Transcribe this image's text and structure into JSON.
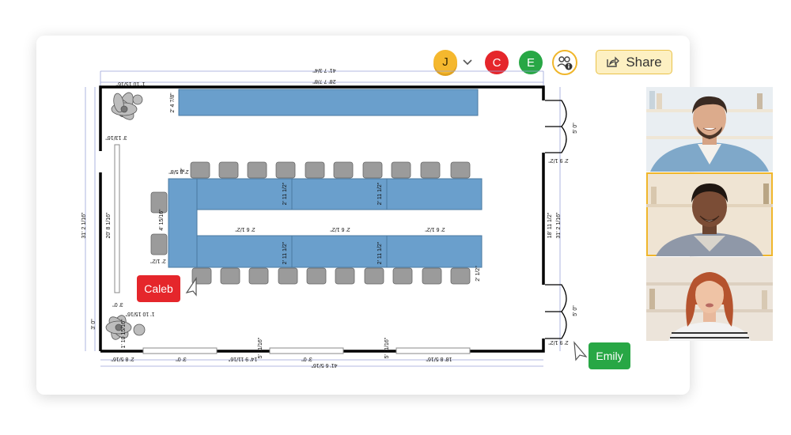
{
  "collaborators": [
    {
      "initial": "J",
      "color": "#f5b82e"
    },
    {
      "initial": "C",
      "color": "#e5262b"
    },
    {
      "initial": "E",
      "color": "#28a745"
    }
  ],
  "icons": {
    "group": "group-info-icon",
    "share": "share-icon",
    "chevron": "chevron-down-icon",
    "cursor": "pointer-cursor-icon"
  },
  "share_label": "Share",
  "cursors": {
    "caleb": {
      "name": "Caleb",
      "color": "#e5262b"
    },
    "emily": {
      "name": "Emily",
      "color": "#28a745"
    }
  },
  "dimensions": {
    "top_overall": "41' 7 3/4\"",
    "top_inner": "28' 7 7/8\"",
    "top_table_depth": "2' 4 7/8\"",
    "bottom_overall": "41' 6 5/16\"",
    "bottom_a": "3' 0\"",
    "bottom_b": "14' 9 11/16\"",
    "bottom_c": "3' 0\"",
    "bottom_d": "18' 8 5/16\"",
    "bottom_e": "2' 8 5/16\"",
    "bottom_f": "5' 11/16\"",
    "bottom_g": "5' 11/16\"",
    "left_overall": "31' 2 1/16\"",
    "left_a": "3' 13/16\"",
    "left_b": "20' 8 1/16\"",
    "left_c": "3' 0\"",
    "left_d": "1' 10 15/16\"",
    "left_e": "1' 10 15/16\"",
    "left_f": "3' 0\"",
    "left_g": "4' 15/16\"",
    "right_overall": "31' 2 1/16\"",
    "right_a": "18' 11 1/2\"",
    "right_b": "2' 9 1/2\"",
    "right_c": "2' 9 1/2\"",
    "right_d": "5' 0\"",
    "right_e": "5' 0\"",
    "table_spacing": "2' 6 1/2\"",
    "table_row": "2' 11 1/2\"",
    "chair_gap": "2' 1/2\"",
    "end_gap": "2' 1/2\"",
    "top_left": "1' 10 15/16\"",
    "chair_a": "2'",
    "chair_b": "2' 8 5/8\""
  }
}
